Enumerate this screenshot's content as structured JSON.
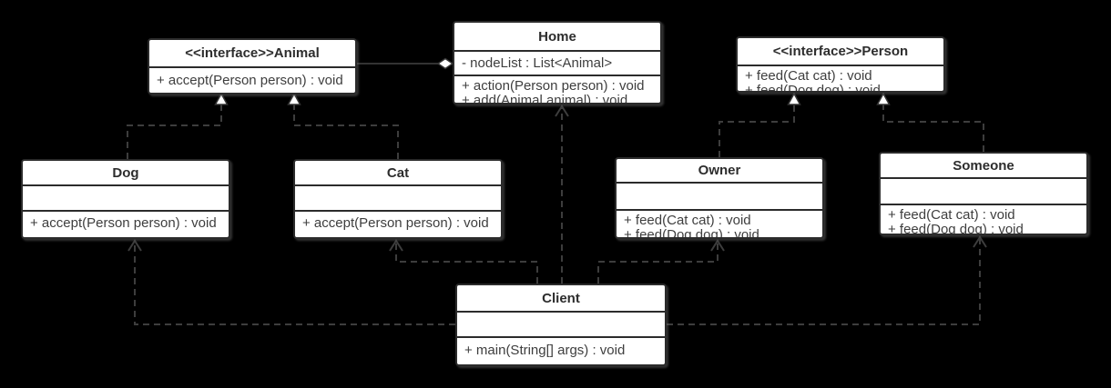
{
  "diagram": {
    "background_color": "#000000",
    "box_fill_color": "#ffffff",
    "box_border_color": "#2b2b2b",
    "edge_color": "#3d3d3d",
    "text_color": "#3e3e3e"
  },
  "classes": {
    "animal": {
      "name": "<<interface>>Animal",
      "attributes": [],
      "methods": [
        "+ accept(Person person) : void"
      ]
    },
    "home": {
      "name": "Home",
      "attributes": [
        "- nodeList : List<Animal>"
      ],
      "methods": [
        "+ action(Person person) : void",
        "+ add(Animal animal) : void"
      ]
    },
    "person": {
      "name": "<<interface>>Person",
      "attributes": [],
      "methods": [
        "+ feed(Cat cat) : void",
        "+ feed(Dog dog) : void"
      ]
    },
    "dog": {
      "name": "Dog",
      "attributes": [],
      "methods": [
        "+ accept(Person person) : void"
      ]
    },
    "cat": {
      "name": "Cat",
      "attributes": [],
      "methods": [
        "+ accept(Person person) : void"
      ]
    },
    "owner": {
      "name": "Owner",
      "attributes": [],
      "methods": [
        "+ feed(Cat cat) : void",
        "+ feed(Dog dog) : void"
      ]
    },
    "someone": {
      "name": "Someone",
      "attributes": [],
      "methods": [
        "+ feed(Cat cat) : void",
        "+ feed(Dog dog) : void"
      ]
    },
    "client": {
      "name": "Client",
      "attributes": [],
      "methods": [
        "+ main(String[] args) : void"
      ]
    }
  },
  "relationships": [
    {
      "from": "Home",
      "to": "Animal",
      "type": "aggregation"
    },
    {
      "from": "Dog",
      "to": "Animal",
      "type": "realization"
    },
    {
      "from": "Cat",
      "to": "Animal",
      "type": "realization"
    },
    {
      "from": "Owner",
      "to": "Person",
      "type": "realization"
    },
    {
      "from": "Someone",
      "to": "Person",
      "type": "realization"
    },
    {
      "from": "Client",
      "to": "Home",
      "type": "dependency"
    },
    {
      "from": "Client",
      "to": "Dog",
      "type": "dependency"
    },
    {
      "from": "Client",
      "to": "Cat",
      "type": "dependency"
    },
    {
      "from": "Client",
      "to": "Owner",
      "type": "dependency"
    },
    {
      "from": "Client",
      "to": "Someone",
      "type": "dependency"
    }
  ]
}
